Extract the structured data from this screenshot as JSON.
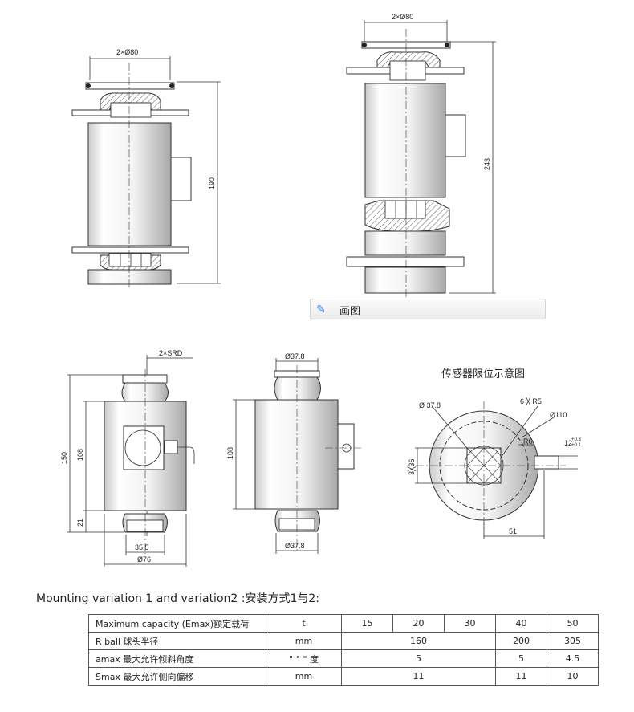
{
  "drawings": {
    "view1": {
      "top_dim": "2×Ø80",
      "height_dim": "190"
    },
    "view2": {
      "top_dim": "2×Ø80",
      "height_dim": "243"
    },
    "front_view": {
      "srd_label": "2×SRD",
      "dim_150": "150",
      "dim_108": "108",
      "dim_21": "21",
      "dim_35_5": "35.5",
      "dim_76": "Ø76"
    },
    "side_view": {
      "dim_top": "Ø37.8",
      "dim_108": "108",
      "dim_bottom": "Ø37.8"
    },
    "limit_view": {
      "dim_37_8": "Ø 37.8",
      "dim_6r5": "6 ╳ R5",
      "dim_110": "Ø110",
      "dim_r6": "R6",
      "dim_3x36": "3╳36",
      "dim_12": "12",
      "dim_12_tol_up": "+0.3",
      "dim_12_tol_dn": "+0.1",
      "dim_51": "51"
    }
  },
  "paint_label": "画图",
  "limit_title": "传感器限位示意图",
  "section_title": "Mounting variation 1 and variation2 :安装方式1与2:",
  "table": {
    "rows": [
      {
        "label": "Maximum  capacity (Emax)额定载荷",
        "unit": "t",
        "cells": [
          "15",
          "20",
          "30",
          "40",
          "50"
        ]
      },
      {
        "label": "R ball 球头半径",
        "unit": "mm",
        "group": "160",
        "c40": "200",
        "c50": "305"
      },
      {
        "label": "amax 最大允许倾斜角度",
        "unit": "\"  °  \"    度",
        "group": "5",
        "c40": "5",
        "c50": "4.5"
      },
      {
        "label": "Smax 最大允许侧向偏移",
        "unit": "mm",
        "group": "11",
        "c40": "11",
        "c50": "10"
      }
    ]
  }
}
